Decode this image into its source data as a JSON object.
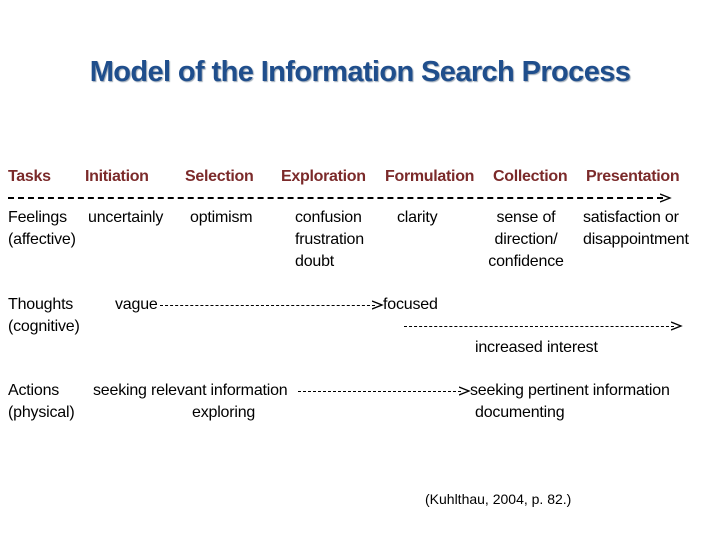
{
  "title": "Model of the Information Search Process",
  "tasks": {
    "label": "Tasks",
    "stages": [
      "Initiation",
      "Selection",
      "Exploration",
      "Formulation",
      "Collection",
      "Presentation"
    ]
  },
  "feelings": {
    "label_line1": "Feelings",
    "label_line2": "(affective)",
    "initiation": "uncertainly",
    "selection": "optimism",
    "exploration": [
      "confusion",
      "frustration",
      "doubt"
    ],
    "formulation": "clarity",
    "collection": [
      "sense of",
      "direction/",
      "confidence"
    ],
    "presentation": [
      "satisfaction or",
      "disappointment"
    ]
  },
  "thoughts": {
    "label_line1": "Thoughts",
    "label_line2": "(cognitive)",
    "start": "vague",
    "end": "focused",
    "interest": "increased interest"
  },
  "actions": {
    "label_line1": "Actions",
    "label_line2": "(physical)",
    "start": "seeking relevant information",
    "start_sub": "exploring",
    "end": "seeking pertinent information",
    "end_sub": "documenting"
  },
  "citation": "(Kuhlthau, 2004, p. 82.)",
  "colors": {
    "title": "#1f4e8c",
    "tasks": "#7b2a2a",
    "text": "#000000"
  }
}
